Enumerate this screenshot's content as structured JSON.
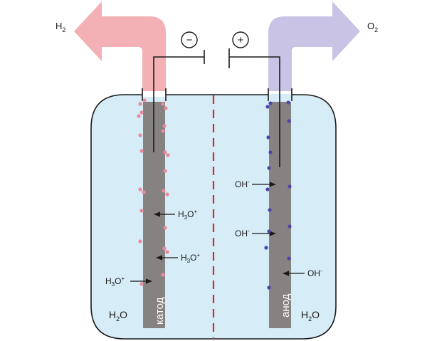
{
  "gases": {
    "left": {
      "label": "H",
      "sub": "2"
    },
    "right": {
      "label": "O",
      "sub": "2"
    }
  },
  "terminals": {
    "negative": "−",
    "positive": "+"
  },
  "electrodes": {
    "cathode": "катод",
    "anode": "анод"
  },
  "water": {
    "left": {
      "label": "H",
      "sub": "2",
      "tail": "O"
    },
    "right": {
      "label": "H",
      "sub": "2",
      "tail": "O"
    }
  },
  "ions": {
    "hydronium": {
      "a": "H",
      "sub": "3",
      "b": "O",
      "sup": "+"
    },
    "hydroxide": {
      "a": "OH",
      "sup": "-"
    }
  },
  "colors": {
    "electrolyte": "#d6ecf7",
    "electrode": "#878282",
    "hydrogen_arrow": "#f3b1b6",
    "oxygen_arrow": "#c9c4e6",
    "hydrogen_bubble": "#e98a99",
    "oxygen_bubble": "#4d46a8",
    "membrane": "#d42a2a"
  }
}
